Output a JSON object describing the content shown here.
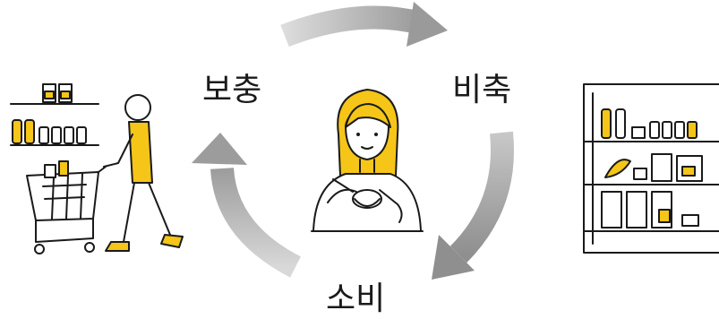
{
  "cycle": {
    "labels": {
      "replenish": "보충",
      "stockpile": "비축",
      "consume": "소비"
    },
    "arrow_color": "#a6a6a6",
    "accent_color": "#f5c518",
    "line_color": "#1a1a1a"
  }
}
